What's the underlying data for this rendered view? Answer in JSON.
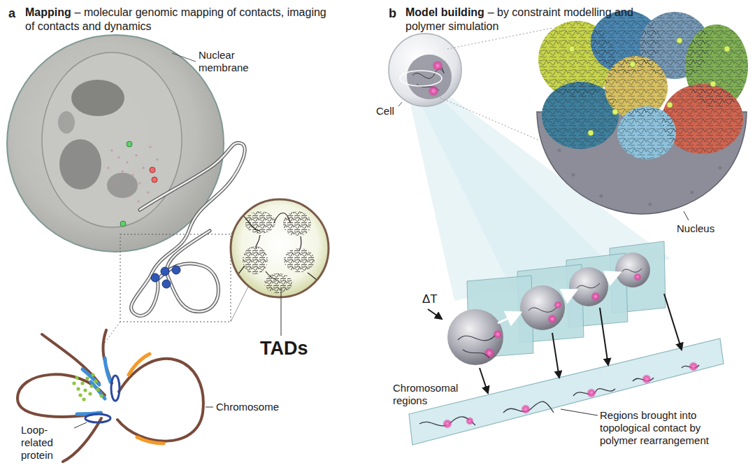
{
  "diagram": {
    "labels": [
      "a",
      "Mapping",
      "– molecular genomic mapping of contacts, imaging of contacts and dynamics",
      "b",
      "Model building",
      "– by constraint modelling and polymer simulation",
      "Nuclear membrane",
      "TADs",
      "Loop-related protein",
      "Chromosome",
      "Cell",
      "Nucleus",
      "ΔT",
      "Chromosomal regions",
      "Regions brought into topological contact by polymer rearrangement"
    ]
  }
}
